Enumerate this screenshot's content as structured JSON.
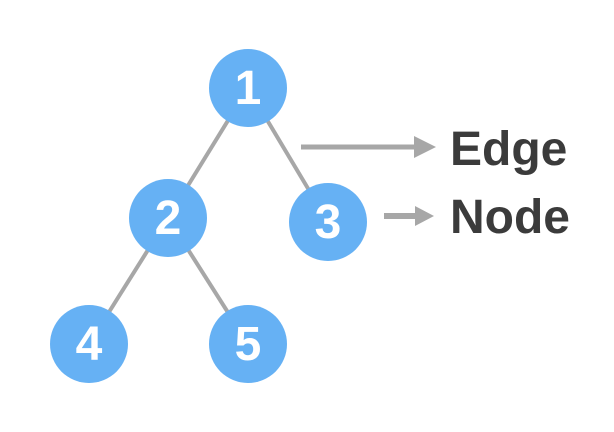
{
  "diagram": {
    "type": "binary-tree",
    "nodes": [
      {
        "id": "1",
        "label": "1"
      },
      {
        "id": "2",
        "label": "2"
      },
      {
        "id": "3",
        "label": "3"
      },
      {
        "id": "4",
        "label": "4"
      },
      {
        "id": "5",
        "label": "5"
      }
    ],
    "edges": [
      {
        "from": "1",
        "to": "2"
      },
      {
        "from": "1",
        "to": "3"
      },
      {
        "from": "2",
        "to": "4"
      },
      {
        "from": "2",
        "to": "5"
      }
    ],
    "annotations": [
      {
        "label": "Edge",
        "target": "edge between node 1 and node 3"
      },
      {
        "label": "Node",
        "target": "node 3"
      }
    ],
    "colors": {
      "node_fill": "#66b1f4",
      "node_text": "#ffffff",
      "edge_stroke": "#a7a7a7",
      "arrow_stroke": "#a7a7a7",
      "annotation_text": "#3b3b3b",
      "background": "#ffffff"
    }
  }
}
